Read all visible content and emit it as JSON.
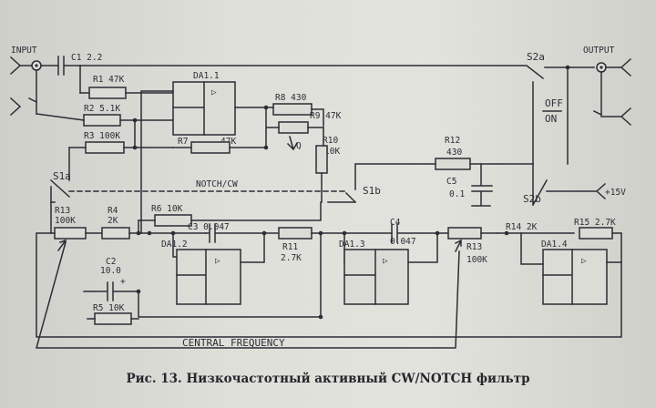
{
  "labels": {
    "input": "INPUT",
    "output": "OUTPUT",
    "c1": "C1  2.2",
    "s2a": "S2a",
    "r1": "R1 47K",
    "da11": "DA1.1",
    "r2": "R2 5.1K",
    "r3": "R3 100K",
    "r8": "R8 430",
    "r9": "R9 47K",
    "q": "Q",
    "r7": "R7",
    "r7_val": "47K",
    "r10": "R10",
    "r10_val": "10K",
    "off": "OFF",
    "on": "ON",
    "r12": "R12",
    "r12_val": "430",
    "s1a": "S1a",
    "notch": "NOTCH/CW",
    "s1b": "S1b",
    "c5": "C5",
    "c5_val": "0.1",
    "s2b": "S2b",
    "plus15": "+15V",
    "r13a": "R13",
    "r13a_val": "100K",
    "r4": "R4",
    "r4_val": "2K",
    "r6": "R6 10K",
    "c3": "C3  0.047",
    "c4": "C4",
    "c4_val": "0.047",
    "r14": "R14 2K",
    "r15": "R15 2.7K",
    "da12": "DA1.2",
    "r11": "R11",
    "r11_val": "2.7K",
    "da13": "DA1.3",
    "r13b": "R13",
    "r13b_val": "100K",
    "da14": "DA1.4",
    "c2": "C2",
    "c2_val": "10.0",
    "plus": "+",
    "r5": "R5 10K",
    "central": "CENTRAL FREQUENCY",
    "tri": "▷"
  },
  "caption": "Рис. 13. Низкочастотный активный CW/NOTCH фильтр"
}
